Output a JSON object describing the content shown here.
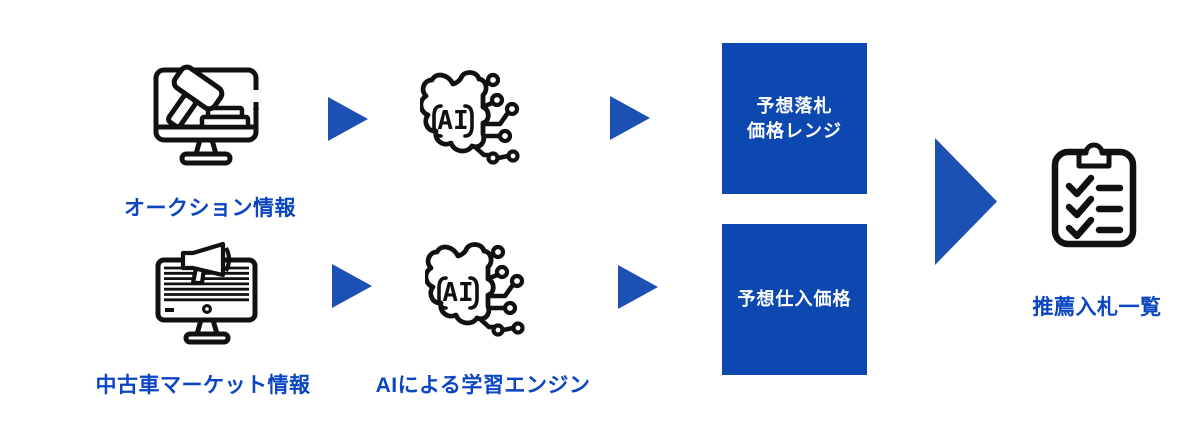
{
  "diagram": {
    "sources": {
      "auction": {
        "label": "オークション情報",
        "icon": "auction-monitor-icon"
      },
      "market": {
        "label": "中古車マーケット情報",
        "icon": "market-monitor-icon"
      }
    },
    "engine": {
      "label": "AIによる学習エンジン",
      "ai_text": "AI",
      "icon": "ai-brain-icon"
    },
    "outputs": {
      "box1": {
        "line1": "予想落札",
        "line2": "価格レンジ"
      },
      "box2": {
        "line1": "予想仕入価格"
      }
    },
    "result": {
      "label": "推薦入札一覧",
      "icon": "checklist-clipboard-icon"
    },
    "colors": {
      "arrow_blue": "#1D50B3",
      "box_blue": "#0D48B0",
      "label_blue": "#0B46C0",
      "icon_stroke": "#111111",
      "background": "#FFFFFF"
    }
  }
}
